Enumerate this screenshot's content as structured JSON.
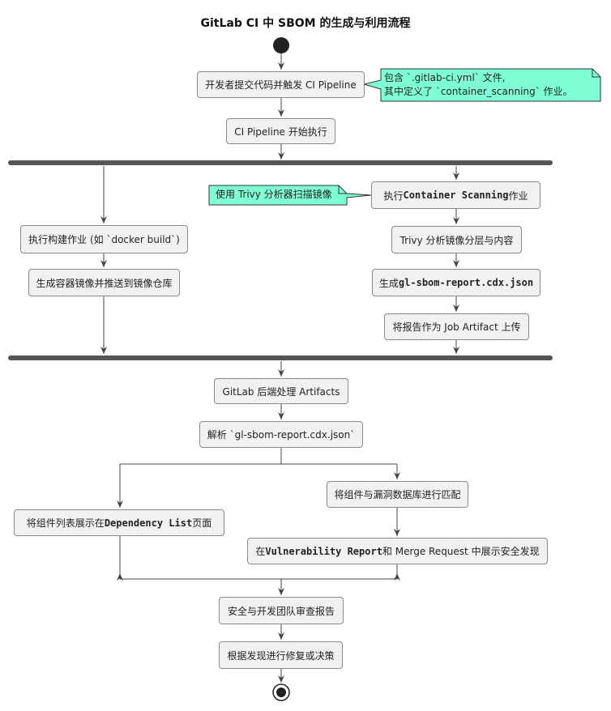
{
  "title": "GitLab CI 中 SBOM 的生成与利用流程",
  "nodes": {
    "push": "开发者提交代码并触发 CI Pipeline",
    "pipeline_start": "CI Pipeline 开始执行",
    "build_job": "执行构建作业 (如 `docker build`)",
    "push_image": "生成容器镜像并推送到镜像仓库",
    "scan_pre": "执行 ",
    "scan_bold": "Container Scanning",
    "scan_post": " 作业",
    "trivy_analyze": "Trivy 分析镜像分层与内容",
    "gen_pre": "生成 ",
    "gen_bold": "gl-sbom-report.cdx.json",
    "upload": "将报告作为 Job Artifact 上传",
    "post_process": "GitLab 后端处理 Artifacts",
    "parse": "解析 `gl-sbom-report.cdx.json`",
    "match_db": "将组件与漏洞数据库进行匹配",
    "dep_pre": "将组件列表展示在 ",
    "dep_bold": "Dependency List",
    "dep_post": " 页面",
    "vuln_pre": "在 ",
    "vuln_bold": "Vulnerability Report",
    "vuln_post": " 和 Merge Request 中展示安全发现",
    "review": "安全与开发团队审查报告",
    "fix": "根据发现进行修复或决策"
  },
  "notes": {
    "gitlab_ci_line1": "包含 `.gitlab-ci.yml` 文件,",
    "gitlab_ci_line2": "其中定义了 `container_scanning` 作业。",
    "trivy": "使用 Trivy 分析器扫描镜像"
  },
  "colors": {
    "node_fill": "#f1f1f1",
    "node_border": "#8a8a8a",
    "note_fill": "#7effd4",
    "line": "#444444",
    "bar": "#555555"
  }
}
